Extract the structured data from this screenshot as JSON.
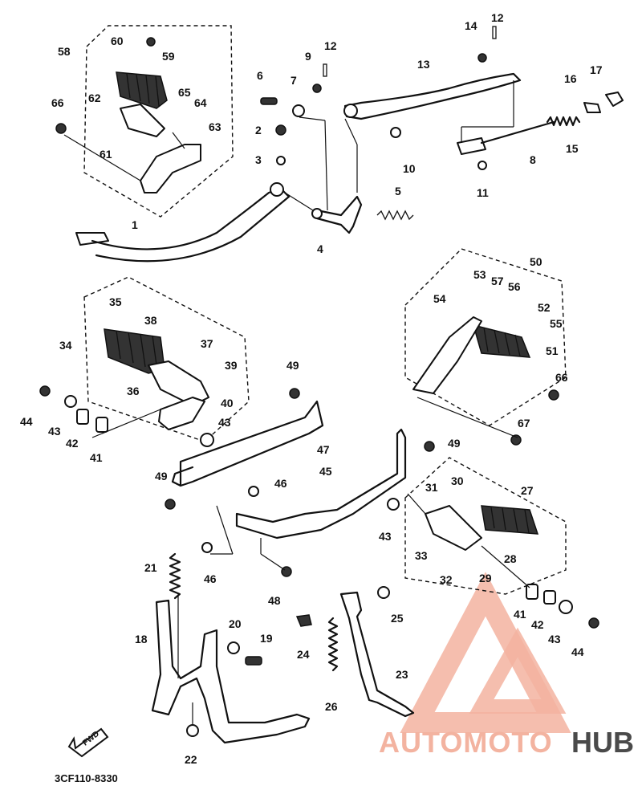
{
  "diagram": {
    "code": "3CF110-8330",
    "direction_label": "FWD",
    "watermark": {
      "part1": "AUTOMOTO",
      "part2": "HUB",
      "color_light": "#f3b3a0",
      "color_dark": "#4a4a4a"
    },
    "callouts": [
      {
        "id": "c1",
        "text": "1"
      },
      {
        "id": "c2",
        "text": "2"
      },
      {
        "id": "c3",
        "text": "3"
      },
      {
        "id": "c4",
        "text": "4"
      },
      {
        "id": "c5",
        "text": "5"
      },
      {
        "id": "c6",
        "text": "6"
      },
      {
        "id": "c7",
        "text": "7"
      },
      {
        "id": "c8",
        "text": "8"
      },
      {
        "id": "c9",
        "text": "9"
      },
      {
        "id": "c10",
        "text": "10"
      },
      {
        "id": "c11",
        "text": "11"
      },
      {
        "id": "c12a",
        "text": "12"
      },
      {
        "id": "c12b",
        "text": "12"
      },
      {
        "id": "c13",
        "text": "13"
      },
      {
        "id": "c14",
        "text": "14"
      },
      {
        "id": "c15",
        "text": "15"
      },
      {
        "id": "c16",
        "text": "16"
      },
      {
        "id": "c17",
        "text": "17"
      },
      {
        "id": "c18",
        "text": "18"
      },
      {
        "id": "c19",
        "text": "19"
      },
      {
        "id": "c20",
        "text": "20"
      },
      {
        "id": "c21",
        "text": "21"
      },
      {
        "id": "c22",
        "text": "22"
      },
      {
        "id": "c23",
        "text": "23"
      },
      {
        "id": "c24",
        "text": "24"
      },
      {
        "id": "c25",
        "text": "25"
      },
      {
        "id": "c26",
        "text": "26"
      },
      {
        "id": "c27",
        "text": "27"
      },
      {
        "id": "c28",
        "text": "28"
      },
      {
        "id": "c29",
        "text": "29"
      },
      {
        "id": "c30",
        "text": "30"
      },
      {
        "id": "c31",
        "text": "31"
      },
      {
        "id": "c32",
        "text": "32"
      },
      {
        "id": "c33",
        "text": "33"
      },
      {
        "id": "c34",
        "text": "34"
      },
      {
        "id": "c35",
        "text": "35"
      },
      {
        "id": "c36",
        "text": "36"
      },
      {
        "id": "c37",
        "text": "37"
      },
      {
        "id": "c38",
        "text": "38"
      },
      {
        "id": "c39",
        "text": "39"
      },
      {
        "id": "c40",
        "text": "40"
      },
      {
        "id": "c41a",
        "text": "41"
      },
      {
        "id": "c41b",
        "text": "41"
      },
      {
        "id": "c42a",
        "text": "42"
      },
      {
        "id": "c42b",
        "text": "42"
      },
      {
        "id": "c43a",
        "text": "43"
      },
      {
        "id": "c43b",
        "text": "43"
      },
      {
        "id": "c43c",
        "text": "43"
      },
      {
        "id": "c43d",
        "text": "43"
      },
      {
        "id": "c44a",
        "text": "44"
      },
      {
        "id": "c44b",
        "text": "44"
      },
      {
        "id": "c45",
        "text": "45"
      },
      {
        "id": "c46a",
        "text": "46"
      },
      {
        "id": "c46b",
        "text": "46"
      },
      {
        "id": "c47",
        "text": "47"
      },
      {
        "id": "c48",
        "text": "48"
      },
      {
        "id": "c49a",
        "text": "49"
      },
      {
        "id": "c49b",
        "text": "49"
      },
      {
        "id": "c49c",
        "text": "49"
      },
      {
        "id": "c50",
        "text": "50"
      },
      {
        "id": "c51",
        "text": "51"
      },
      {
        "id": "c52",
        "text": "52"
      },
      {
        "id": "c53",
        "text": "53"
      },
      {
        "id": "c54",
        "text": "54"
      },
      {
        "id": "c55",
        "text": "55"
      },
      {
        "id": "c56",
        "text": "56"
      },
      {
        "id": "c57",
        "text": "57"
      },
      {
        "id": "c58",
        "text": "58"
      },
      {
        "id": "c59",
        "text": "59"
      },
      {
        "id": "c60",
        "text": "60"
      },
      {
        "id": "c61",
        "text": "61"
      },
      {
        "id": "c62",
        "text": "62"
      },
      {
        "id": "c63",
        "text": "63"
      },
      {
        "id": "c64",
        "text": "64"
      },
      {
        "id": "c65",
        "text": "65"
      },
      {
        "id": "c66a",
        "text": "66"
      },
      {
        "id": "c66b",
        "text": "66"
      },
      {
        "id": "c67",
        "text": "67"
      }
    ]
  }
}
